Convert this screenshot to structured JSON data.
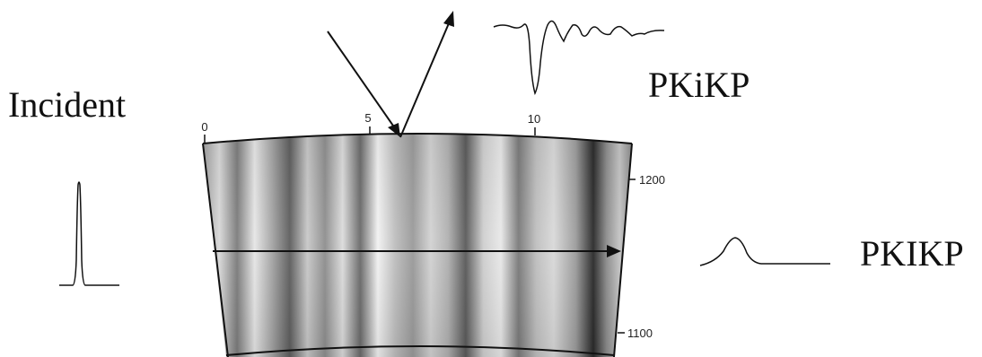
{
  "labels": {
    "incident": "Incident",
    "reflected_phase": "PKiKP",
    "transmitted_phase": "PKIKP"
  },
  "top_axis": {
    "ticks": [
      "0",
      "5",
      "10"
    ]
  },
  "right_axis": {
    "ticks": [
      "1200",
      "1100"
    ]
  },
  "colors": {
    "ink": "#111111",
    "medium_light": "#f2f2f2",
    "medium_dark": "#2a2a2a"
  }
}
